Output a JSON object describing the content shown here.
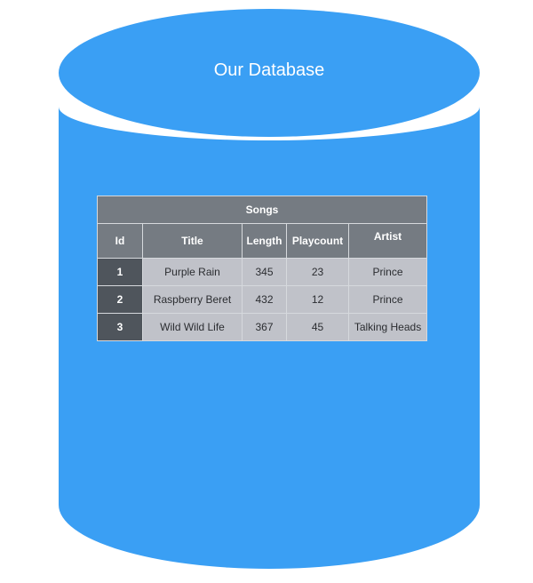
{
  "title": "Our Database",
  "colors": {
    "cylinder": "#3a9ff4",
    "header": "#757b82",
    "id_cell": "#4f555c",
    "cell": "#c0c2c9",
    "border": "#d6d9dd"
  },
  "table": {
    "caption": "Songs",
    "columns": [
      "Id",
      "Title",
      "Length",
      "Playcount",
      "Artist"
    ],
    "rows": [
      [
        "1",
        "Purple Rain",
        "345",
        "23",
        "Prince"
      ],
      [
        "2",
        "Raspberry Beret",
        "432",
        "12",
        "Prince"
      ],
      [
        "3",
        "Wild Wild Life",
        "367",
        "45",
        "Talking Heads"
      ]
    ]
  }
}
